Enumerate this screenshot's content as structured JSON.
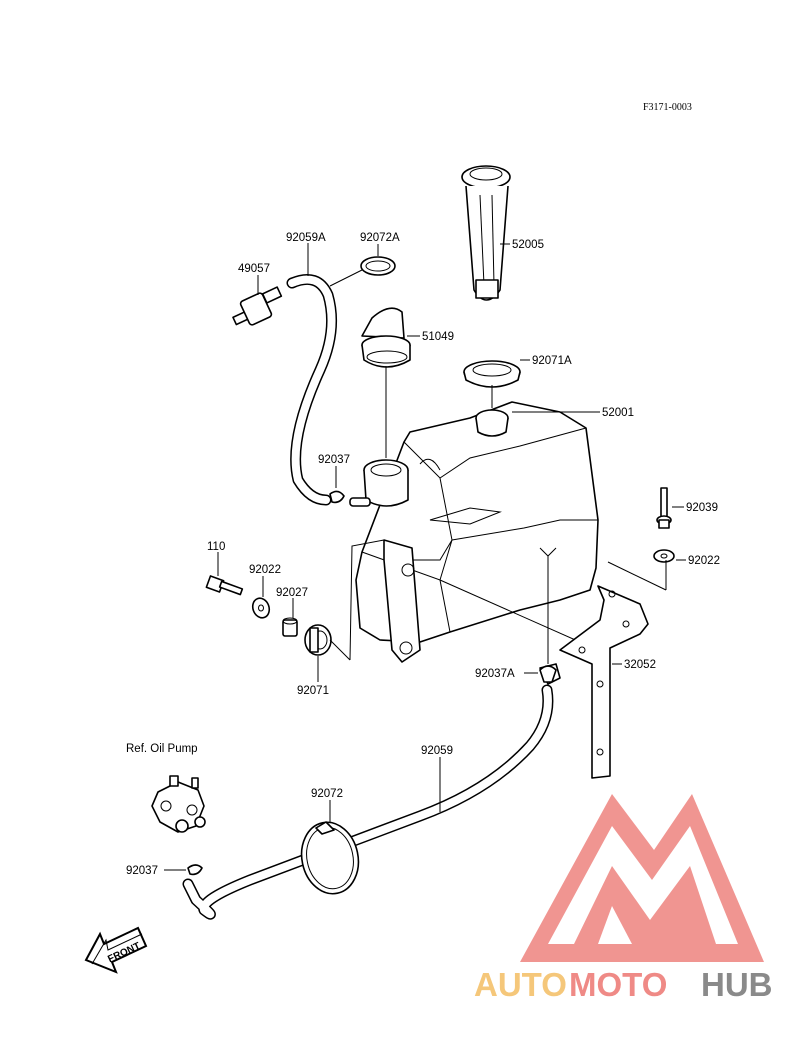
{
  "diagram_code": "F3171-0003",
  "labels": {
    "p52005": "52005",
    "p92059a": "92059A",
    "p92072a": "92072A",
    "p49057": "49057",
    "p51049": "51049",
    "p92071a": "92071A",
    "p52001": "52001",
    "p92037_top": "92037",
    "p92039": "92039",
    "p92022_right": "92022",
    "p110": "110",
    "p92022_left": "92022",
    "p92027": "92027",
    "p92071": "92071",
    "p92037a": "92037A",
    "p32052": "32052",
    "ref_oil_pump": "Ref. Oil Pump",
    "p92059": "92059",
    "p92072": "92072",
    "p92037_bottom": "92037"
  },
  "front_arrow": "FRONT",
  "watermark": {
    "text_part1": "AUTO",
    "text_part2": "MOTO",
    "text_part3": "HUB",
    "color_auto": "#f5c77a",
    "color_moto": "#ef8a86",
    "color_hub": "#8a8a8a",
    "logo_color": "#ef7f7f"
  }
}
